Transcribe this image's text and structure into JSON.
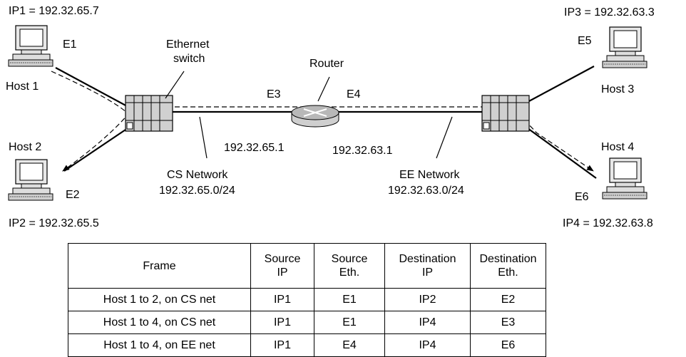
{
  "hosts": {
    "host1": {
      "label": "Host 1",
      "ip": "IP1 = 192.32.65.7",
      "eth": "E1"
    },
    "host2": {
      "label": "Host 2",
      "ip": "IP2 = 192.32.65.5",
      "eth": "E2"
    },
    "host3": {
      "label": "Host 3",
      "ip": "IP3 = 192.32.63.3",
      "eth": "E5"
    },
    "host4": {
      "label": "Host 4",
      "ip": "IP4 = 192.32.63.8",
      "eth": "E6"
    }
  },
  "switch_label": [
    "Ethernet",
    "switch"
  ],
  "router": {
    "label": "Router",
    "eth_left": "E3",
    "eth_right": "E4",
    "ip_left": "192.32.65.1",
    "ip_right": "192.32.63.1"
  },
  "networks": {
    "cs": {
      "name": "CS Network",
      "prefix": "192.32.65.0/24"
    },
    "ee": {
      "name": "EE Network",
      "prefix": "192.32.63.0/24"
    }
  },
  "table": {
    "headers": [
      [
        "Frame"
      ],
      [
        "Source",
        "IP"
      ],
      [
        "Source",
        "Eth."
      ],
      [
        "Destination",
        "IP"
      ],
      [
        "Destination",
        "Eth."
      ]
    ],
    "rows": [
      [
        "Host 1 to 2, on CS net",
        "IP1",
        "E1",
        "IP2",
        "E2"
      ],
      [
        "Host 1 to 4, on CS net",
        "IP1",
        "E1",
        "IP4",
        "E3"
      ],
      [
        "Host 1 to 4, on EE net",
        "IP1",
        "E4",
        "IP4",
        "E6"
      ]
    ]
  }
}
